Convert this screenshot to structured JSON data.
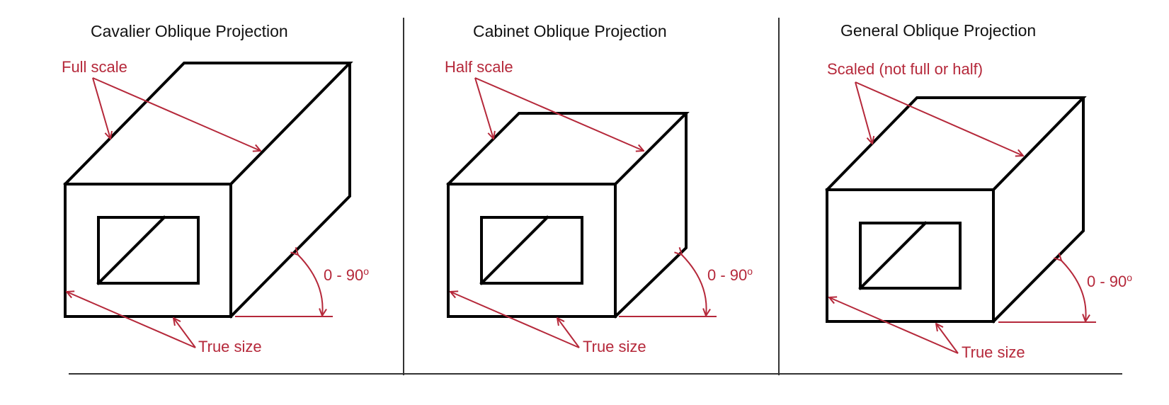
{
  "colors": {
    "accent": "#b5283a",
    "ink": "#000000",
    "divider": "#333333"
  },
  "panels": [
    {
      "title": "Cavalier Oblique Projection",
      "depth_label": "Full scale",
      "front_label": "True size",
      "angle_label": "0 - 90",
      "angle_unit": "o"
    },
    {
      "title": "Cabinet Oblique Projection",
      "depth_label": "Half scale",
      "front_label": "True size",
      "angle_label": "0 - 90",
      "angle_unit": "o"
    },
    {
      "title": "General Oblique Projection",
      "depth_label": "Scaled (not full or half)",
      "front_label": "True size",
      "angle_label": "0 - 90",
      "angle_unit": "o"
    }
  ]
}
